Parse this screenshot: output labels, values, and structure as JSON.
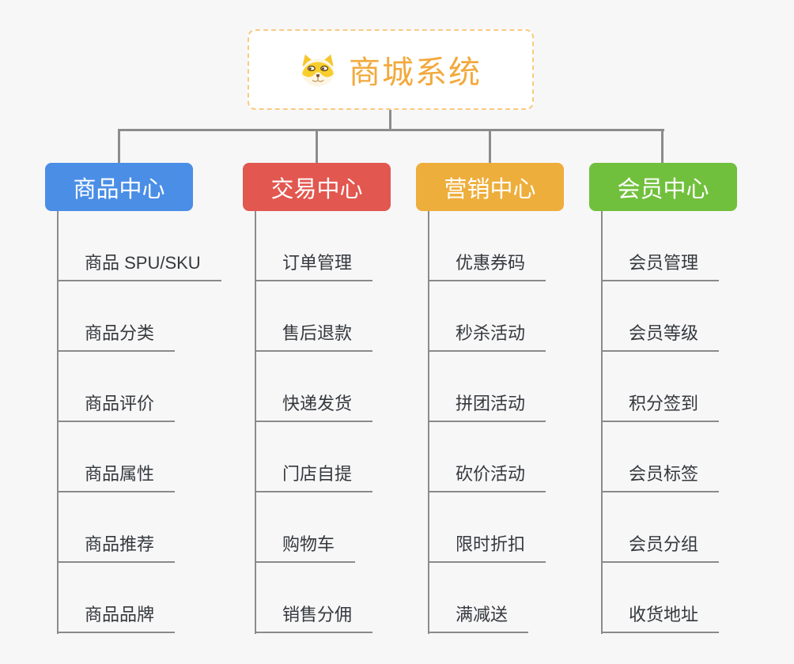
{
  "root": {
    "title": "商城系统",
    "icon": "shiba-dog-icon"
  },
  "branches": [
    {
      "label": "商品中心",
      "color": "#4a8ee6",
      "items": [
        "商品 SPU/SKU",
        "商品分类",
        "商品评价",
        "商品属性",
        "商品推荐",
        "商品品牌"
      ]
    },
    {
      "label": "交易中心",
      "color": "#e2574f",
      "items": [
        "订单管理",
        "售后退款",
        "快递发货",
        "门店自提",
        "购物车",
        "销售分佣"
      ]
    },
    {
      "label": "营销中心",
      "color": "#eeae3c",
      "items": [
        "优惠券码",
        "秒杀活动",
        "拼团活动",
        "砍价活动",
        "限时折扣",
        "满减送"
      ]
    },
    {
      "label": "会员中心",
      "color": "#71c03d",
      "items": [
        "会员管理",
        "会员等级",
        "积分签到",
        "会员标签",
        "会员分组",
        "收货地址"
      ]
    }
  ],
  "colors": {
    "background": "#f7f7f7",
    "connector_gray": "#8c8c8c",
    "subtopic_text": "#35383d",
    "root_accent_orange": "#f2a93c",
    "root_border_orange": "#f7cb80"
  }
}
